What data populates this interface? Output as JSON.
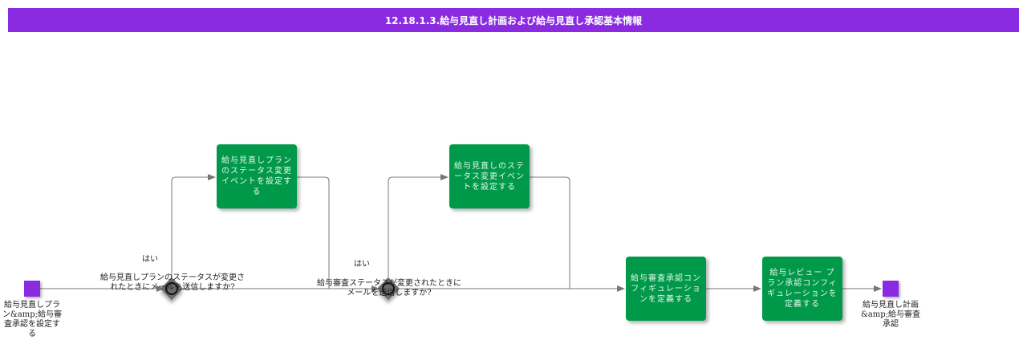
{
  "title": "12.18.1.3.給与見直し計画および給与見直し承認基本情報",
  "start_event": {
    "label": "給与見直しプラン&amp;給与審査承認を設定する"
  },
  "end_event": {
    "label": "給与見直し計画&amp;給与審査承認"
  },
  "gateways": [
    {
      "question": "給与見直しプランのステータスが変更されたときにメールを送信しますか?",
      "yes_label": "はい"
    },
    {
      "question": "給与審査ステータスが変更されたときにメールを送信しますか?",
      "yes_label": "はい"
    }
  ],
  "tasks": [
    {
      "label": "給与見直しプランのステータス変更イベントを設定する"
    },
    {
      "label": "給与見直しのステータス変更イベントを設定する"
    },
    {
      "label": "給与審査承認コンフィギュレーションを定義する"
    },
    {
      "label": "給与レビュー プラン承認コンフィギュレーションを定義する"
    }
  ],
  "colors": {
    "header": "#8a2be2",
    "task": "#00994a",
    "event": "#8a2be2",
    "edge": "#777777"
  }
}
